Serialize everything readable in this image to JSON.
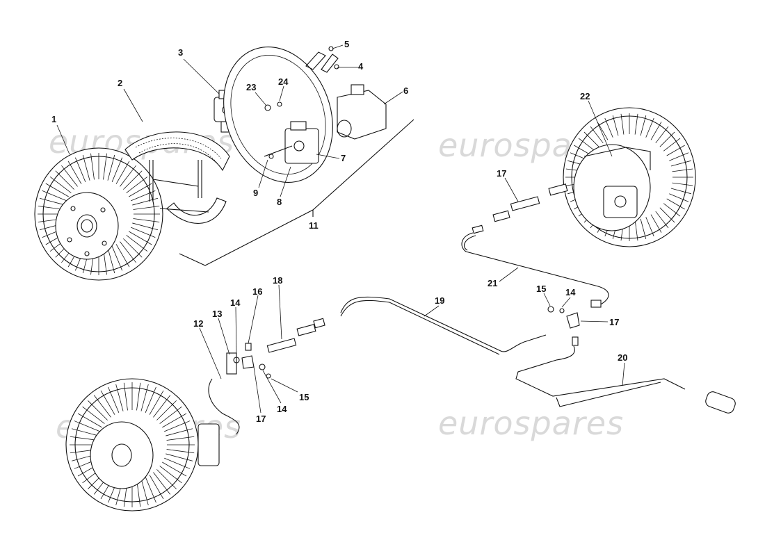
{
  "watermark": "eurospares",
  "labels": {
    "l1": "1",
    "l2": "2",
    "l3": "3",
    "l4": "4",
    "l5": "5",
    "l6": "6",
    "l7": "7",
    "l8": "8",
    "l9": "9",
    "l11": "11",
    "l12": "12",
    "l13": "13",
    "l14a": "14",
    "l14b": "14",
    "l14c": "14",
    "l15a": "15",
    "l15b": "15",
    "l16": "16",
    "l17a": "17",
    "l17b": "17",
    "l17c": "17",
    "l18": "18",
    "l19": "19",
    "l20": "20",
    "l21": "21",
    "l22": "22",
    "l23": "23",
    "l24": "24"
  }
}
